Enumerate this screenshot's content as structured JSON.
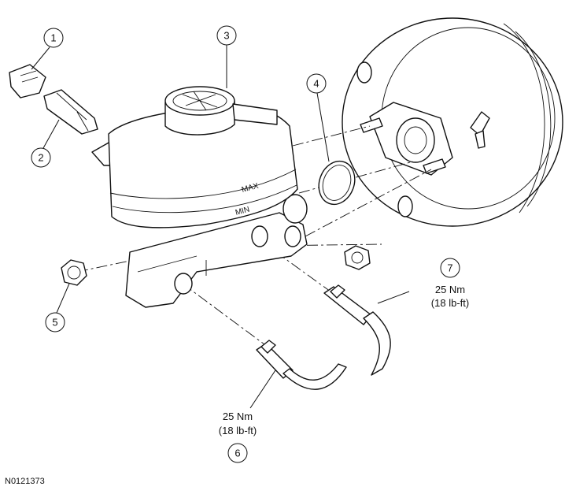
{
  "callouts": [
    {
      "id": "1",
      "label": "1"
    },
    {
      "id": "2",
      "label": "2"
    },
    {
      "id": "3",
      "label": "3"
    },
    {
      "id": "4",
      "label": "4"
    },
    {
      "id": "5",
      "label": "5"
    },
    {
      "id": "6",
      "label": "6"
    },
    {
      "id": "7",
      "label": "7"
    }
  ],
  "torque_specs": {
    "line_7": {
      "metric": "25 Nm",
      "imperial": "(18 lb-ft)"
    },
    "line_6": {
      "metric": "25 Nm",
      "imperial": "(18 lb-ft)"
    }
  },
  "reservoir_marks": {
    "max": "MAX",
    "min": "MIN"
  },
  "figure_id": "N0121373"
}
